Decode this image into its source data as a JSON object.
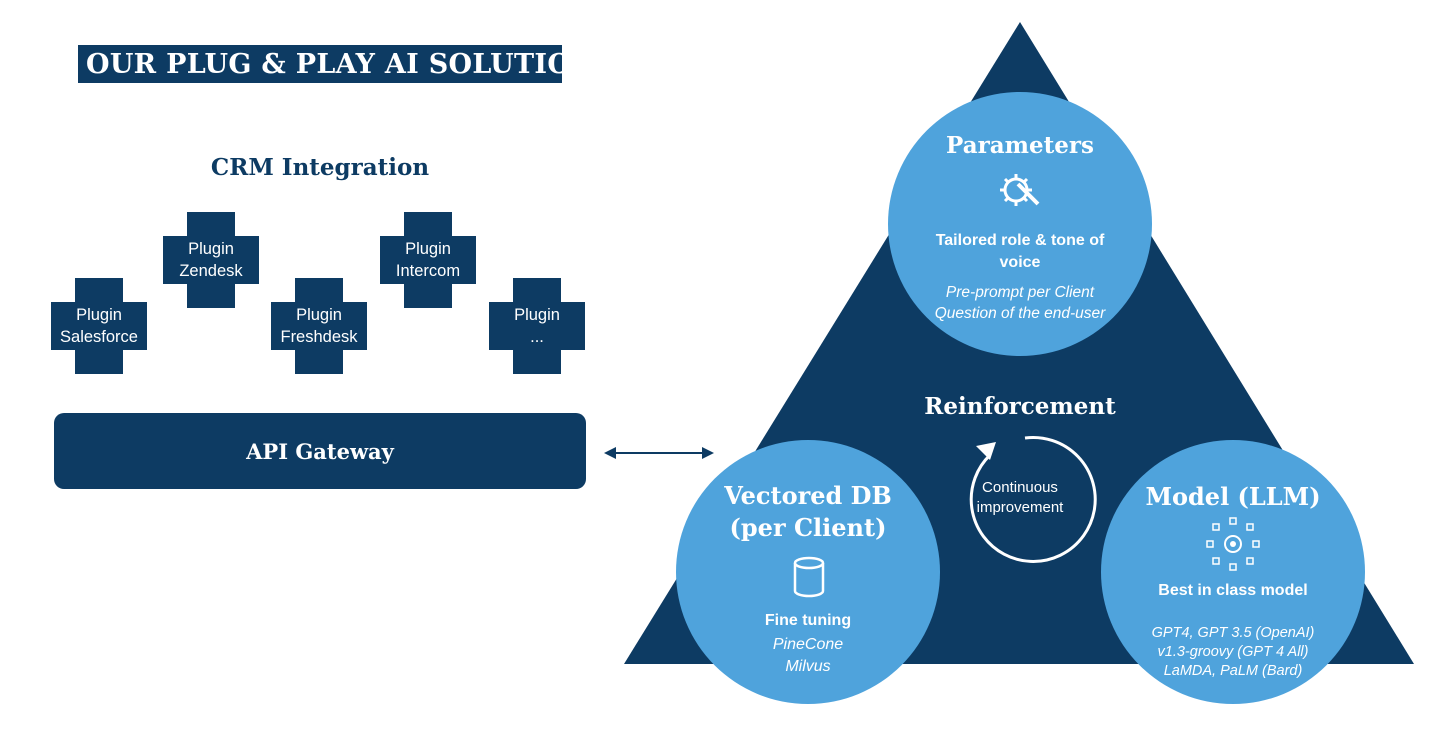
{
  "title": "OUR PLUG & PLAY AI SOLUTION",
  "crm": {
    "title": "CRM Integration",
    "plugins": [
      {
        "line1": "Plugin",
        "line2": "Salesforce"
      },
      {
        "line1": "Plugin",
        "line2": "Zendesk"
      },
      {
        "line1": "Plugin",
        "line2": "Freshdesk"
      },
      {
        "line1": "Plugin",
        "line2": "Intercom"
      },
      {
        "line1": "Plugin",
        "line2": "..."
      }
    ]
  },
  "api_gateway": "API Gateway",
  "parameters": {
    "title": "Parameters",
    "icon": "gear-pencil-icon",
    "heading_line1": "Tailored role & tone of",
    "heading_line2": "voice",
    "detail_line1": "Pre-prompt per Client",
    "detail_line2": "Question of the end-user"
  },
  "reinforcement": {
    "title": "Reinforcement",
    "icon": "circular-arrow-icon",
    "text_line1": "Continuous",
    "text_line2": "improvement"
  },
  "vectored_db": {
    "title_line1": "Vectored DB",
    "title_line2": "(per Client)",
    "icon": "database-icon",
    "heading": "Fine tuning",
    "detail_line1": "PineCone",
    "detail_line2": "Milvus"
  },
  "model": {
    "title": "Model (LLM)",
    "icon": "network-gear-icon",
    "heading": "Best in class model",
    "detail_line1": "GPT4, GPT 3.5 (OpenAI)",
    "detail_line2": "v1.3-groovy (GPT 4 All)",
    "detail_line3": "LaMDA, PaLM (Bard)"
  },
  "colors": {
    "navy": "#0d3b63",
    "light_blue": "#4fa3dc",
    "white": "#ffffff"
  }
}
